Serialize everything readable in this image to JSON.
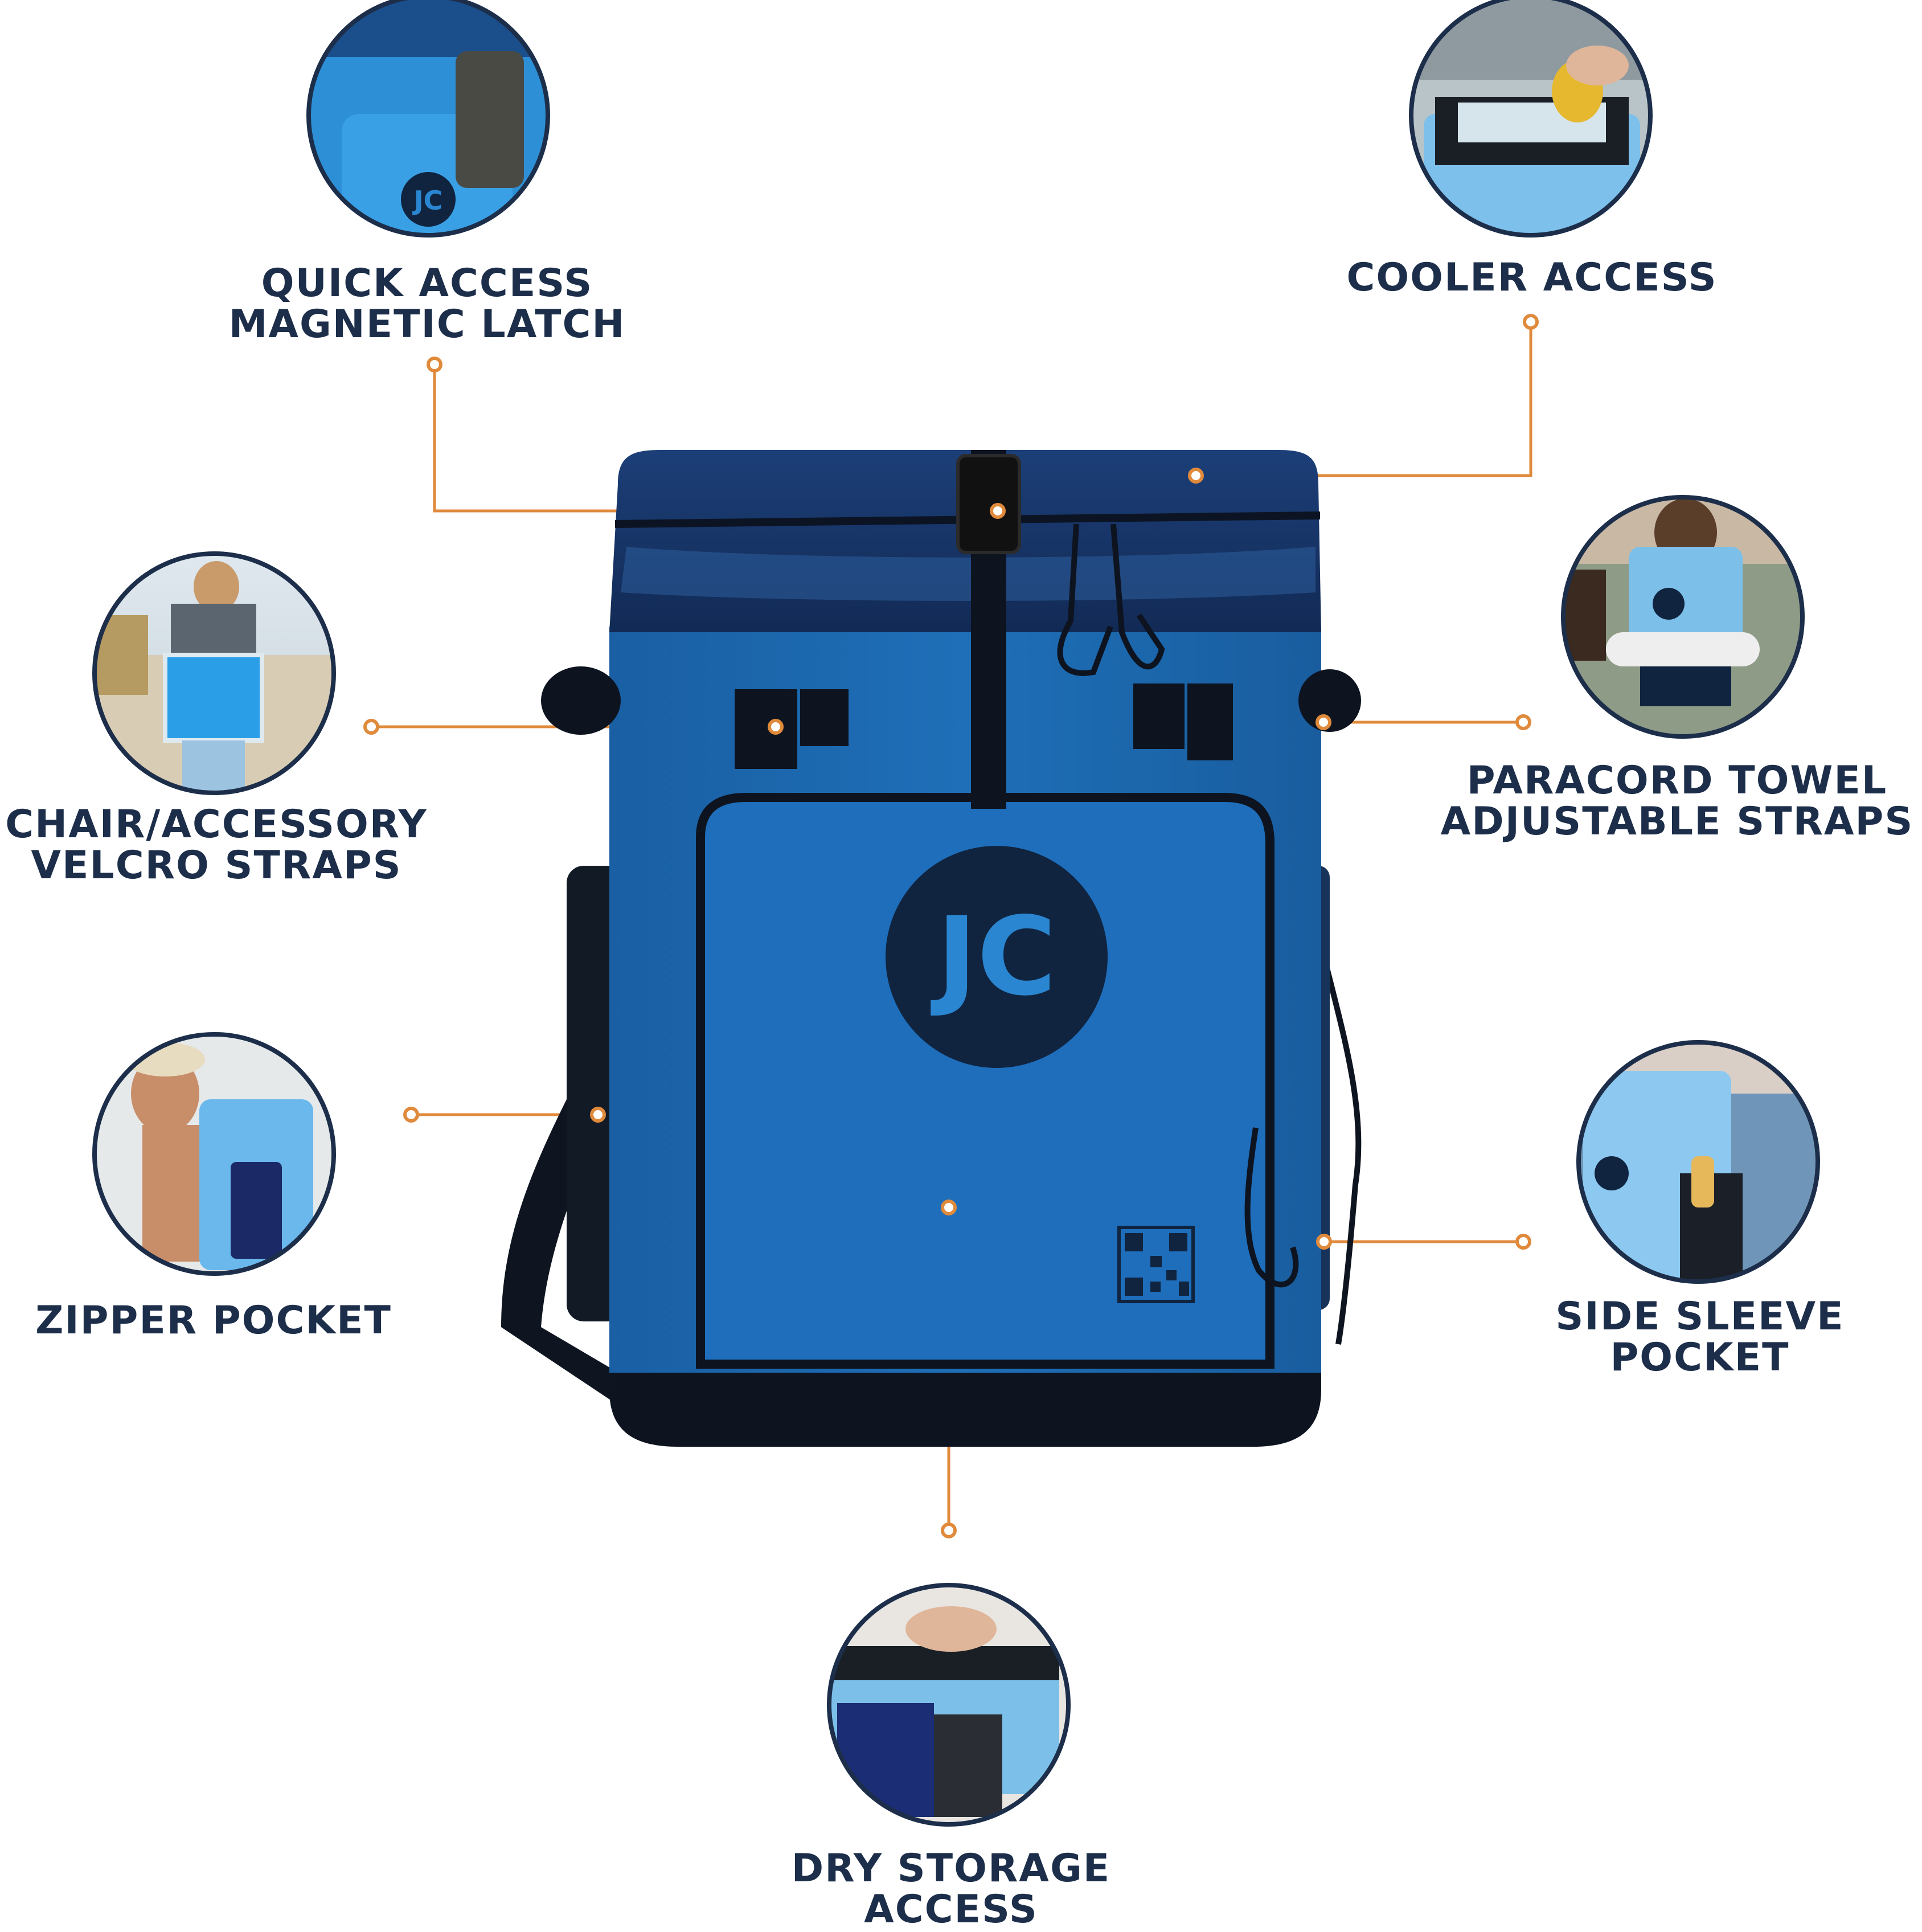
{
  "colors": {
    "label_text": "#1c2e4a",
    "callout_line": "#e08a3c",
    "bag_body": "#1e6fb8",
    "bag_top": "#1a3a6e",
    "bag_trim": "#0d1420",
    "logo_disc": "#10243f",
    "logo_text": "#2a86d0",
    "photo_ring": "#1c2e4a"
  },
  "product": {
    "logo_text": "JC"
  },
  "features": [
    {
      "id": "magnetic-latch",
      "line1": "QUICK ACCESS",
      "line2": "MAGNETIC LATCH",
      "photo": "latch-photo"
    },
    {
      "id": "cooler-access",
      "line1": "COOLER ACCESS",
      "line2": "",
      "photo": "cooler-photo"
    },
    {
      "id": "velcro-straps",
      "line1": "CHAIR/ACCESSORY",
      "line2": "VELCRO STRAPS",
      "photo": "chair-photo"
    },
    {
      "id": "paracord-straps",
      "line1": "PARACORD TOWEL",
      "line2": "ADJUSTABLE STRAPS",
      "photo": "towel-photo"
    },
    {
      "id": "zipper-pocket",
      "line1": "ZIPPER POCKET",
      "line2": "",
      "photo": "man-photo"
    },
    {
      "id": "side-sleeve",
      "line1": "SIDE SLEEVE",
      "line2": "POCKET",
      "photo": "sleeve-photo"
    },
    {
      "id": "dry-storage",
      "line1": "DRY STORAGE",
      "line2": "ACCESS",
      "photo": "dry-photo"
    }
  ]
}
